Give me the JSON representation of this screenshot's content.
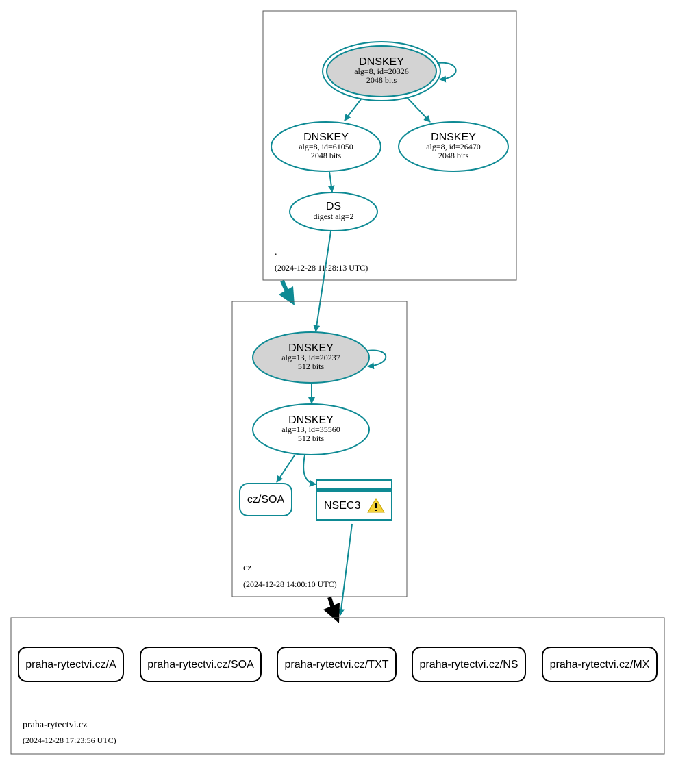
{
  "colors": {
    "edge": "#0e8a94",
    "ksk_fill": "#d3d3d3",
    "zone_border": "#555555",
    "delegation_insecure": "#000000",
    "warning_fill": "#f5d33a"
  },
  "zones": {
    "root": {
      "name": ".",
      "timestamp": "(2024-12-28 11:28:13 UTC)"
    },
    "cz": {
      "name": "cz",
      "timestamp": "(2024-12-28 14:00:10 UTC)"
    },
    "praha": {
      "name": "praha-rytectvi.cz",
      "timestamp": "(2024-12-28 17:23:56 UTC)"
    }
  },
  "nodes": {
    "root_ksk": {
      "title": "DNSKEY",
      "line1": "alg=8, id=20326",
      "line2": "2048 bits"
    },
    "root_zsk1": {
      "title": "DNSKEY",
      "line1": "alg=8, id=61050",
      "line2": "2048 bits"
    },
    "root_zsk2": {
      "title": "DNSKEY",
      "line1": "alg=8, id=26470",
      "line2": "2048 bits"
    },
    "cz_ds": {
      "title": "DS",
      "line1": "digest alg=2"
    },
    "cz_ksk": {
      "title": "DNSKEY",
      "line1": "alg=13, id=20237",
      "line2": "512 bits"
    },
    "cz_zsk": {
      "title": "DNSKEY",
      "line1": "alg=13, id=35560",
      "line2": "512 bits"
    },
    "cz_soa": {
      "label": "cz/SOA"
    },
    "cz_nsec3": {
      "label": "NSEC3",
      "icon": "warning-icon"
    }
  },
  "rrsets": [
    "praha-rytectvi.cz/A",
    "praha-rytectvi.cz/SOA",
    "praha-rytectvi.cz/TXT",
    "praha-rytectvi.cz/NS",
    "praha-rytectvi.cz/MX"
  ]
}
